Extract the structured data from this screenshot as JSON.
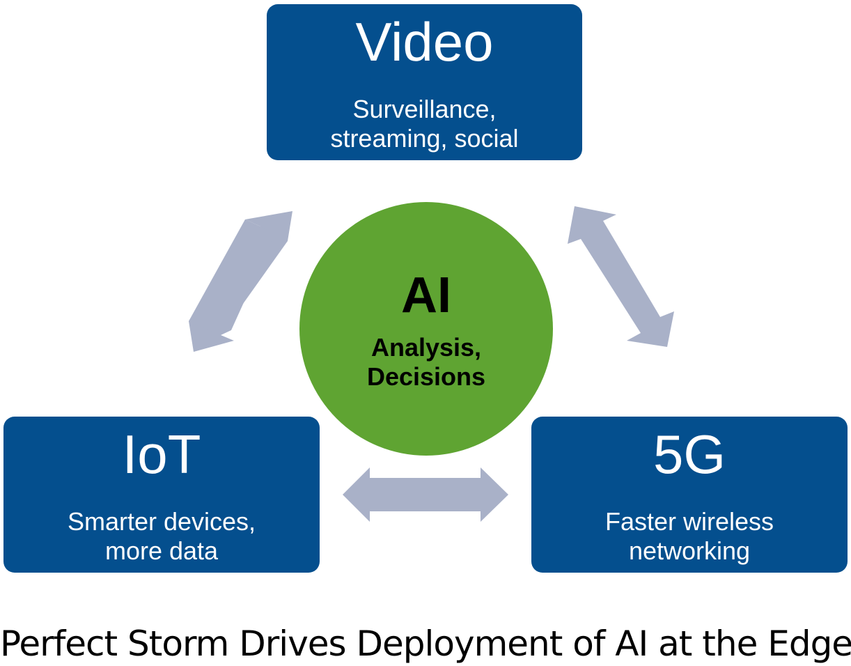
{
  "nodes": {
    "video": {
      "title": "Video",
      "description": "Surveillance,\nstreaming, social"
    },
    "iot": {
      "title": "IoT",
      "description": "Smarter devices,\nmore data"
    },
    "fiveg": {
      "title": "5G",
      "description": "Faster wireless\nnetworking"
    },
    "ai": {
      "title": "AI",
      "description": "Analysis,\nDecisions"
    }
  },
  "caption": "Perfect Storm Drives Deployment of AI at the Edge",
  "colors": {
    "box_fill": "#044f8e",
    "circle_fill": "#5fa432",
    "arrow_fill": "#a9b1c8",
    "box_text": "#ffffff",
    "circle_text": "#000000"
  }
}
